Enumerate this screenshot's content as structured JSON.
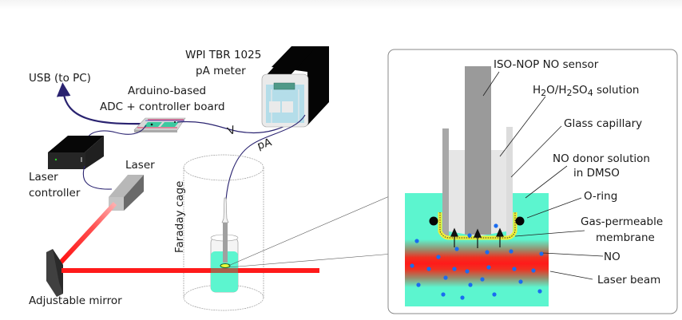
{
  "labels": {
    "usb": "USB (to PC)",
    "arduino_line1": "Arduino-based",
    "arduino_line2": "ADC + controller board",
    "meter_line1": "WPI TBR 1025",
    "meter_line2": "pA meter",
    "voltage": "V",
    "current": "pA",
    "laser_controller_line1": "Laser",
    "laser_controller_line2": "controller",
    "laser": "Laser",
    "faraday_cage": "Faraday cage",
    "mirror": "Adjustable mirror"
  },
  "inset": {
    "sensor": "ISO-NOP NO sensor",
    "solution_parts": [
      "H",
      "2",
      "O/H",
      "2",
      "SO",
      "4",
      " solution"
    ],
    "capillary": "Glass capillary",
    "donor_line1": "NO donor solution",
    "donor_line2": "in DMSO",
    "oring": "O-ring",
    "membrane_line1": "Gas-permeable",
    "membrane_line2": "membrane",
    "no": "NO",
    "laser_beam": "Laser beam"
  },
  "colors": {
    "laser_red": "#ff1a1a",
    "donor_teal": "#5cf5cf",
    "no_dot_blue": "#1a6cf0",
    "membrane_yellow": "#f0f03a",
    "cable_purple": "#2a2370",
    "sensor_gray": "#9a9a9a"
  }
}
